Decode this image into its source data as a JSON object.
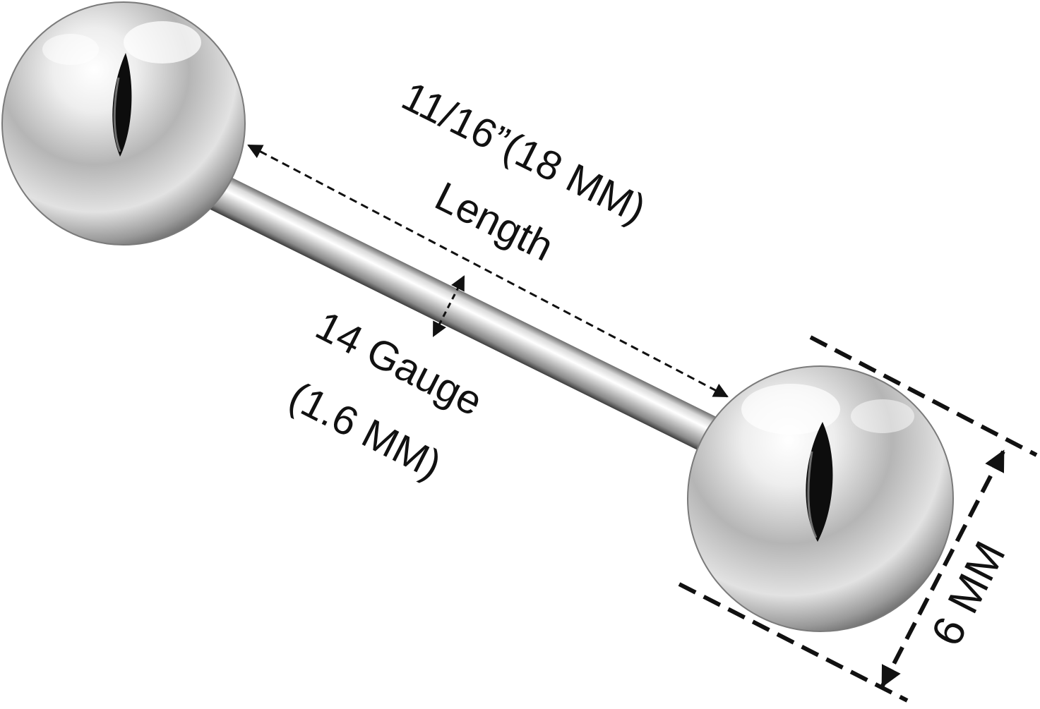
{
  "labels": {
    "length_line1": "11/16”(18 MM)",
    "length_line2": "Length",
    "gauge_line1": "14 Gauge",
    "gauge_line2": "(1.6 MM)",
    "ball_size": "6 MM"
  },
  "colors": {
    "metal_light": "#f7f7f7",
    "metal_mid": "#b9b9b9",
    "metal_dark": "#4a4a4a",
    "slot": "#0d0d0d",
    "dimension_line": "#111111",
    "text": "#111111"
  }
}
